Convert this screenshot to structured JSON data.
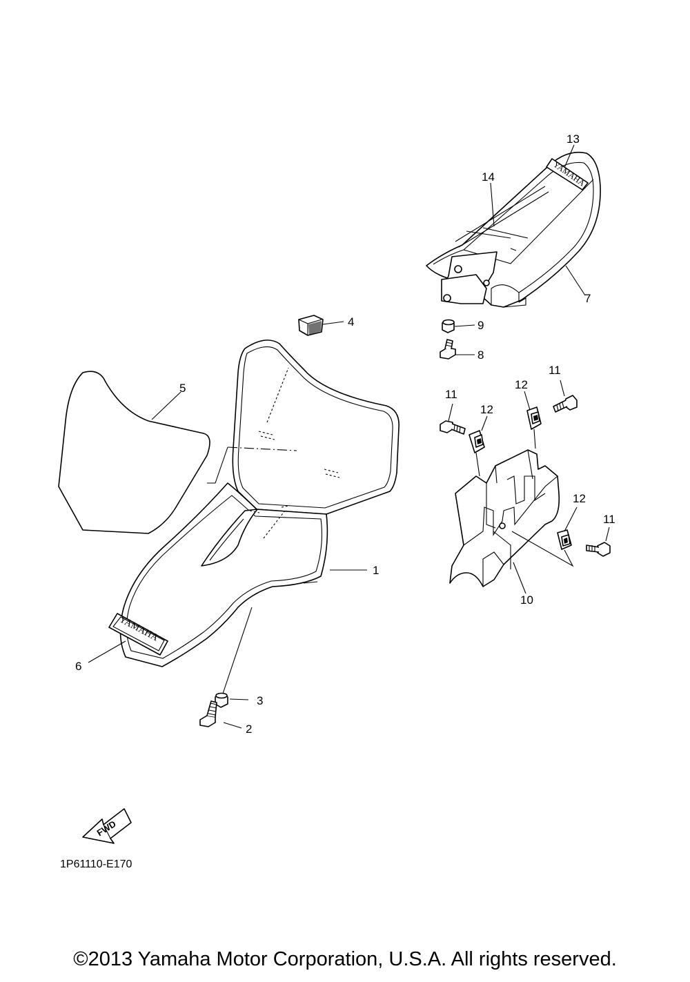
{
  "diagram": {
    "callouts": [
      "1",
      "2",
      "3",
      "4",
      "5",
      "6",
      "7",
      "8",
      "9",
      "10",
      "11",
      "11",
      "11",
      "12",
      "12",
      "12",
      "13",
      "14"
    ],
    "decal_text": "YAMAHA",
    "arrow_text": "FWD",
    "doc_code": "1P61110-E170"
  },
  "footer": {
    "copyright": "©2013 Yamaha Motor Corporation, U.S.A. All rights reserved."
  }
}
